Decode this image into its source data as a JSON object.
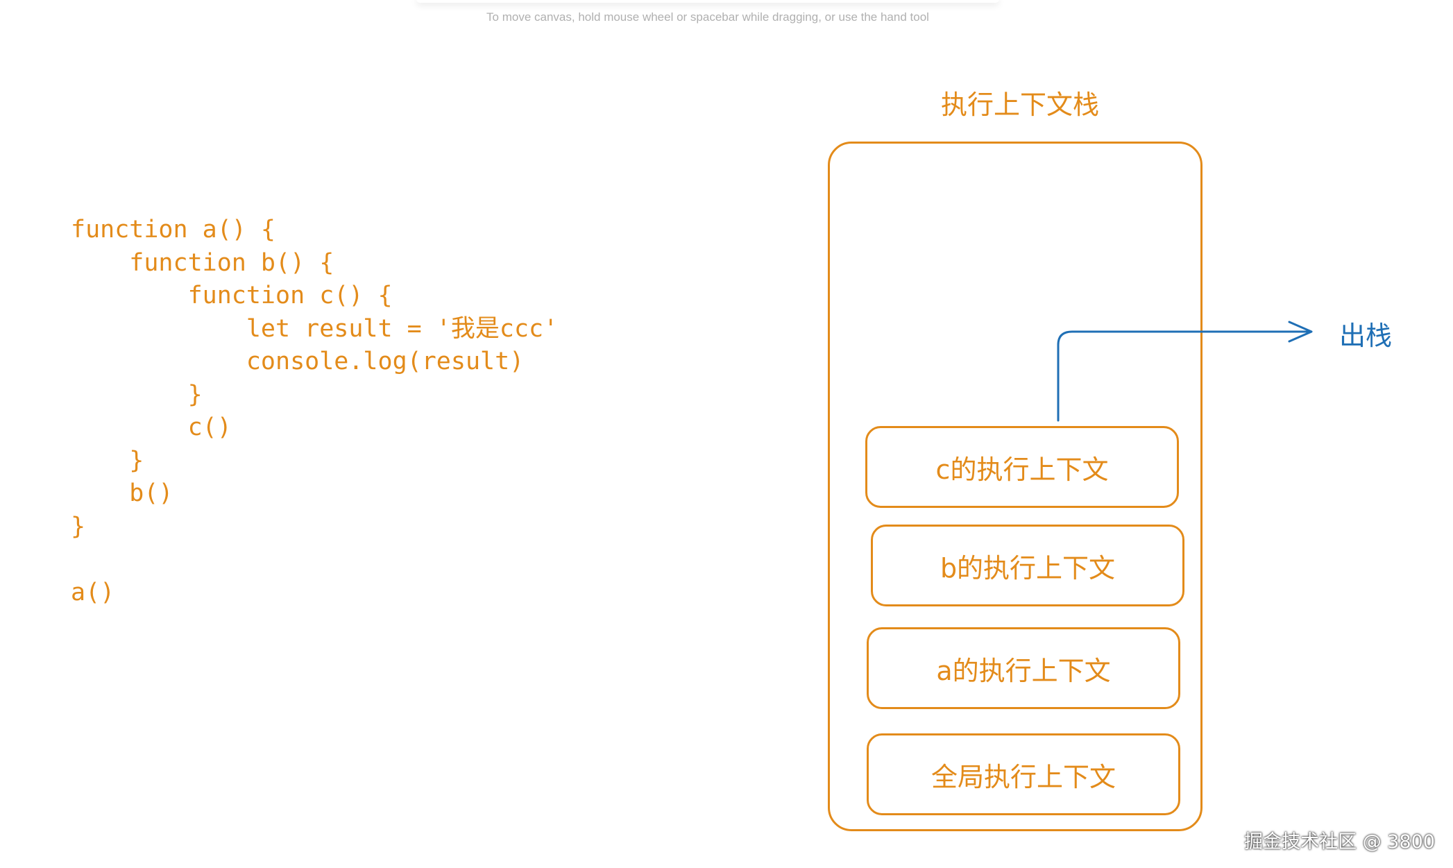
{
  "canvas_hint": "To move canvas, hold mouse wheel or spacebar while dragging, or use the hand tool",
  "code": {
    "lines": [
      "function a() {",
      "    function b() {",
      "        function c() {",
      "            let result = '我是ccc'",
      "            console.log(result)",
      "        }",
      "        c()",
      "    }",
      "    b()",
      "}",
      "",
      "a()"
    ]
  },
  "stack": {
    "title": "执行上下文栈",
    "frames": {
      "c": "c的执行上下文",
      "b": "b的执行上下文",
      "a": "a的执行上下文",
      "global": "全局执行上下文"
    },
    "pop_label": "出栈"
  },
  "watermark": "掘金技术社区 @ 3800",
  "colors": {
    "accent": "#e38b1a",
    "arrow": "#1f6fb5"
  }
}
